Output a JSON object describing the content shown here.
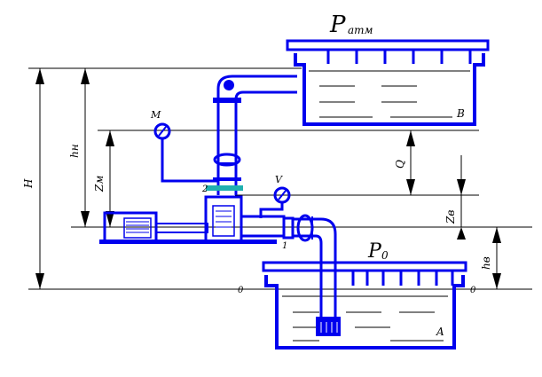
{
  "labels": {
    "p_atm_main": "P",
    "p_atm_sub": "атм",
    "p0_main": "P",
    "p0_sub": "0",
    "tank_top": "B",
    "tank_bottom": "A",
    "gauge_m": "M",
    "gauge_v": "V",
    "height_H": "H",
    "height_hn": "hн",
    "height_zm": "Zм",
    "height_zv": "Zв",
    "height_hv": "hв",
    "flow_q": "Q",
    "section_1": "1",
    "section_2": "2",
    "datum_left": "0",
    "datum_right": "0"
  },
  "colors": {
    "pipe": "#0000ee",
    "gauge_segment": "#20b0b0",
    "lines": "#000000",
    "background": "#ffffff"
  }
}
